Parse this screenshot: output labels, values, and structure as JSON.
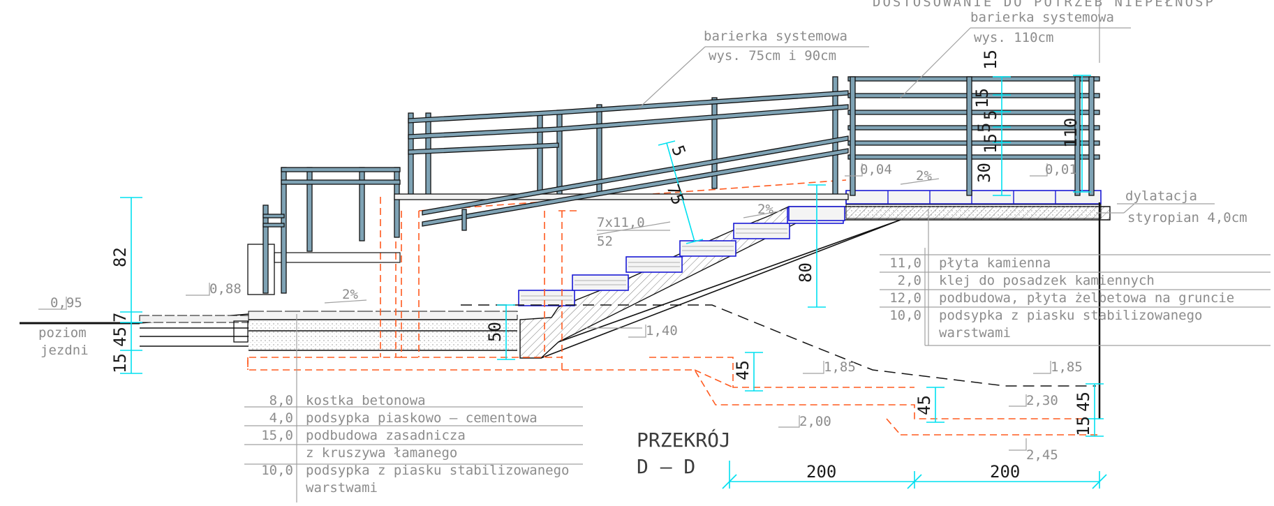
{
  "header_partial": "DOSTOSOWANIE DO POTRZEB NIEPEŁNOSP",
  "labels": {
    "railing1_line1": "barierka systemowa",
    "railing1_line2": "wys. 75cm i 90cm",
    "railing2_line1": "barierka systemowa",
    "railing2_line2": "wys. 110cm",
    "dilatation_line1": "dylatacja",
    "dilatation_line2": "styropian 4,0cm",
    "road_level_line1": "poziom",
    "road_level_line2": "jezdni",
    "steps": "7x11,0",
    "steps_sub": "52",
    "section_title_line1": "PRZEKRÓJ",
    "section_title_line2": "D — D"
  },
  "levels": {
    "l095": "0,95",
    "l088": "0,88",
    "l004": "0,04",
    "l001": "0,01",
    "l140": "1,40",
    "l185a": "1,85",
    "l185b": "1,85",
    "l200": "2,00",
    "l230": "2,30",
    "l245": "2,45"
  },
  "slopes": {
    "s1": "2%",
    "s2": "2%",
    "s3": "2%"
  },
  "dimensions": {
    "d82": "82",
    "d7": "7",
    "d45a": "45",
    "d15a": "15",
    "d50": "50",
    "d80": "80",
    "d75": "75",
    "d5": "5",
    "d15b": "15",
    "d15c": "15",
    "d5b": "5",
    "d5c": "5",
    "d15d": "15",
    "d30": "30",
    "d110": "110",
    "d45b": "45",
    "d45c": "45",
    "d45d": "45",
    "d15e": "15",
    "d200a": "200",
    "d200b": "200"
  },
  "layers_right": [
    {
      "thk": "11,0",
      "desc": "płyta kamienna"
    },
    {
      "thk": "2,0",
      "desc": "klej do posadzek kamiennych"
    },
    {
      "thk": "12,0",
      "desc": "podbudowa, płyta żelbetowa na gruncie"
    },
    {
      "thk": "10,0",
      "desc": "podsypka z piasku stabilizowanego"
    },
    {
      "thk": "",
      "desc": "warstwami"
    }
  ],
  "layers_left": [
    {
      "thk": "8,0",
      "desc": "kostka betonowa"
    },
    {
      "thk": "4,0",
      "desc": "podsypka piaskowo — cementowa"
    },
    {
      "thk": "15,0",
      "desc": "podbudowa zasadnicza"
    },
    {
      "thk": "",
      "desc": "z kruszywa łamanego"
    },
    {
      "thk": "10,0",
      "desc": "podsypka z piasku stabilizowanego"
    },
    {
      "thk": "",
      "desc": "warstwami"
    }
  ],
  "colors": {
    "dimension": "#00e0f0",
    "foundation": "#ff5a1f",
    "paving": "#1a1ad6",
    "railing": "#7fa3b5",
    "annotation": "#8c8c8c"
  }
}
